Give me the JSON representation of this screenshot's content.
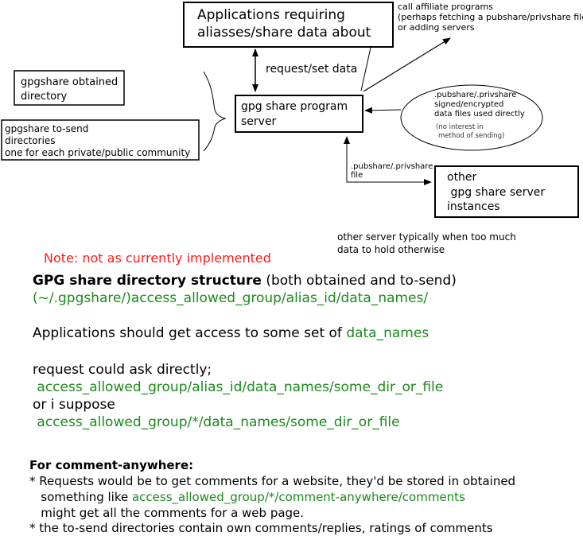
{
  "colors": {
    "green": "#1a8a1a",
    "red": "#ff1a1a",
    "ink": "#000000"
  },
  "diagram": {
    "apps_box": [
      "Applications requiring",
      "aliasses/share data about"
    ],
    "affiliate_note": [
      "call affiliate programs",
      "(perhaps fetching a pubshare/privshare file)",
      "or adding servers"
    ],
    "request_label": "request/set data",
    "obtained_box": [
      "gpgshare obtained",
      "directory"
    ],
    "tosend_box": [
      "gpgshare to-send",
      "directories",
      "one for each private/public community"
    ],
    "server_box": [
      "gpg share program",
      "server"
    ],
    "ellipse_text": [
      ".pubshare/.privshare",
      "signed/encrypted",
      "data files used directly"
    ],
    "ellipse_subtext": [
      "(no interest in",
      "method of sending)"
    ],
    "file_label": [
      ".pubshare/.privshare",
      "file"
    ],
    "other_box": [
      "other",
      " gpg share server",
      "instances"
    ],
    "other_note": [
      "other server typically when too much",
      "data to hold otherwise"
    ]
  },
  "notes": {
    "warning": "Note: not as currently implemented",
    "heading_bold": "GPG share directory structure",
    "heading_rest": " (both obtained and to-send)",
    "path": "(~/.gpgshare/)access_allowed_group/alias_id/data_names/",
    "access_text": "Applications should get access to some set of ",
    "access_green": "data_names",
    "request_text": "request could ask directly;",
    "request_path": " access_allowed_group/alias_id/data_names/some_dir_or_file",
    "suppose_text": "or i suppose",
    "suppose_path": " access_allowed_group/*/data_names/some_dir_or_file",
    "comment_heading": "For comment-anywhere:",
    "comment_line1": "* Requests would be to get comments for a website, they'd be stored in obtained",
    "comment_line2_pre": "   something like ",
    "comment_line2_green": "access_allowed_group/*/comment-anywhere/comments",
    "comment_line3": "   might get all the comments for a web page.",
    "comment_line4": "* the to-send directories contain own comments/replies, ratings of comments"
  }
}
